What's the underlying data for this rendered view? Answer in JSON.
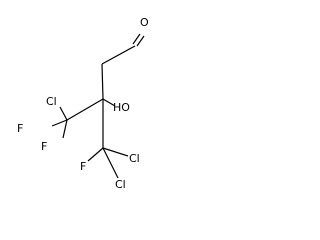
{
  "molecule": {
    "atoms": {
      "aldehyde_oxygen": "O",
      "hydroxyl": "HO",
      "upper_chlorine": "Cl",
      "upper_fluorine_a": "F",
      "upper_fluorine_b": "F",
      "lower_fluorine": "F",
      "lower_chlorine_a": "Cl",
      "lower_chlorine_b": "Cl"
    }
  }
}
